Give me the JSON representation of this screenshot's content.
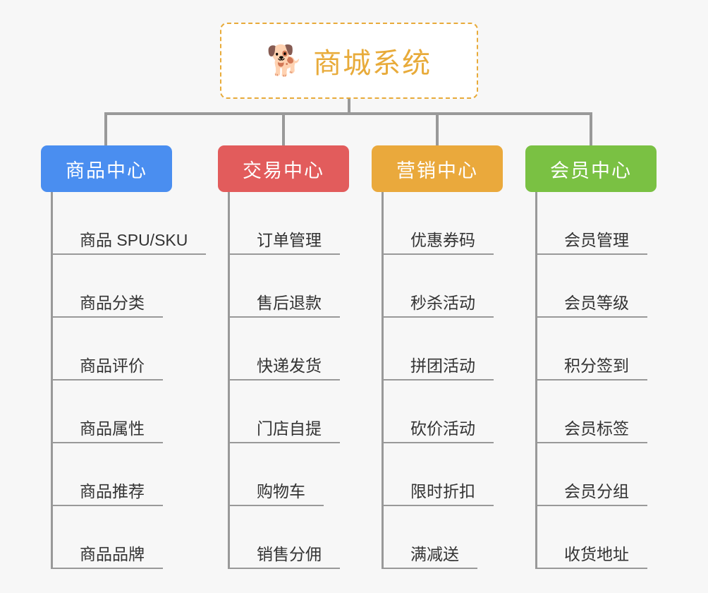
{
  "page": {
    "background_color": "#f7f7f7",
    "line_color": "#999999",
    "leaf_text_color": "#333333"
  },
  "root": {
    "icon": "shiba-dog-face-emoji",
    "emoji": "🐕",
    "title": "商城系统",
    "accent_color": "#e8ab3a",
    "border_style": "dashed"
  },
  "columns": [
    {
      "id": "product-center",
      "header": "商品中心",
      "color": "#4a8ef0",
      "items": [
        "商品 SPU/SKU",
        "商品分类",
        "商品评价",
        "商品属性",
        "商品推荐",
        "商品品牌"
      ]
    },
    {
      "id": "trade-center",
      "header": "交易中心",
      "color": "#e25c5c",
      "items": [
        "订单管理",
        "售后退款",
        "快递发货",
        "门店自提",
        "购物车",
        "销售分佣"
      ]
    },
    {
      "id": "marketing-center",
      "header": "营销中心",
      "color": "#eaa93c",
      "items": [
        "优惠券码",
        "秒杀活动",
        "拼团活动",
        "砍价活动",
        "限时折扣",
        "满减送"
      ]
    },
    {
      "id": "member-center",
      "header": "会员中心",
      "color": "#7ac143",
      "items": [
        "会员管理",
        "会员等级",
        "积分签到",
        "会员标签",
        "会员分组",
        "收货地址"
      ]
    }
  ]
}
